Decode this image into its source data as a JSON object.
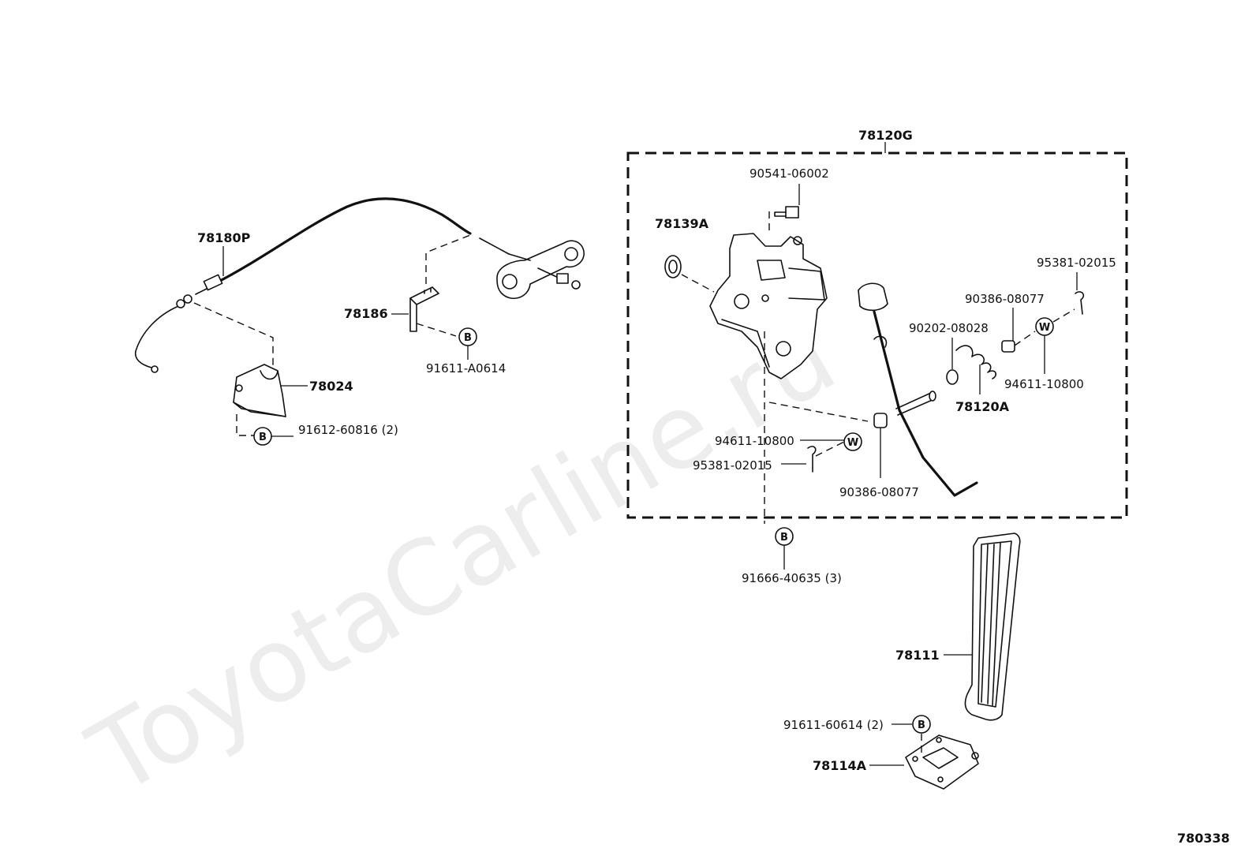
{
  "watermark": "ToyotaCarline.ru",
  "diagram_code": "780338",
  "assembly": {
    "label": "78120G"
  },
  "symbols": {
    "bolt": "B",
    "washer": "W"
  },
  "parts": {
    "cable": "78180P",
    "cable_clamp": "78186",
    "clamp_bolt": "91611-A0614",
    "bracket": "78024",
    "bracket_bolt": "91612-60816 (2)",
    "bolt_top": "90541-06002",
    "bushing": "78139A",
    "cotter_right": "95381-02015",
    "bush_right": "90386-08077",
    "washer_small": "90202-08028",
    "washer_right": "94611-10800",
    "spring": "78120A",
    "washer_left": "94611-10800",
    "cotter_left": "95381-02015",
    "bush_lower": "90386-08077",
    "support_bolt": "91666-40635 (3)",
    "pedal_pad": "78111",
    "pad_bolt": "91611-60614 (2)",
    "pad_bracket": "78114A"
  }
}
